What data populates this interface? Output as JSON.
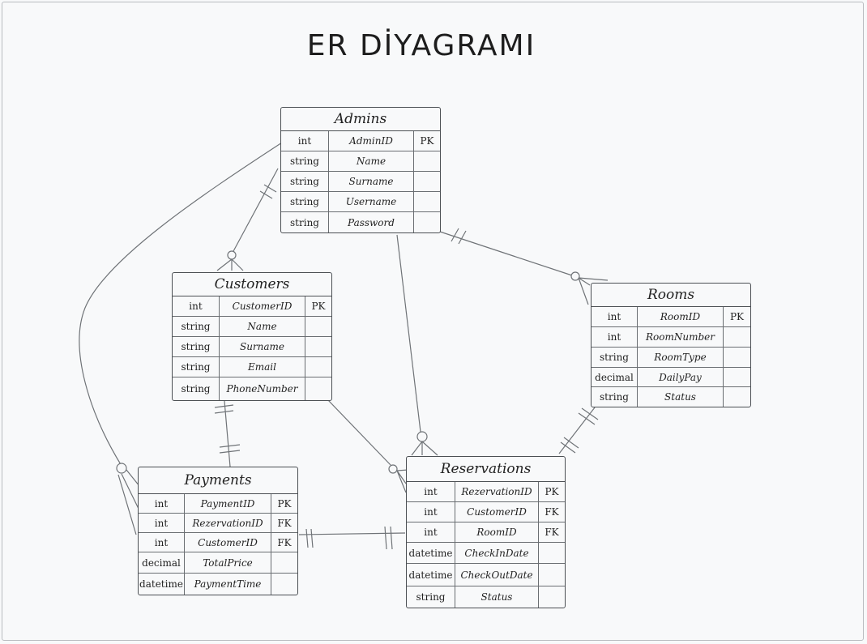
{
  "diagram": {
    "title": "ER DİYAGRAMI",
    "entities": {
      "admins": {
        "name": "Admins",
        "rows": [
          {
            "type": "int",
            "field": "AdminID",
            "key": "PK"
          },
          {
            "type": "string",
            "field": "Name",
            "key": ""
          },
          {
            "type": "string",
            "field": "Surname",
            "key": ""
          },
          {
            "type": "string",
            "field": "Username",
            "key": ""
          },
          {
            "type": "string",
            "field": "Password",
            "key": ""
          }
        ]
      },
      "customers": {
        "name": "Customers",
        "rows": [
          {
            "type": "int",
            "field": "CustomerID",
            "key": "PK"
          },
          {
            "type": "string",
            "field": "Name",
            "key": ""
          },
          {
            "type": "string",
            "field": "Surname",
            "key": ""
          },
          {
            "type": "string",
            "field": "Email",
            "key": ""
          },
          {
            "type": "string",
            "field": "PhoneNumber",
            "key": ""
          }
        ]
      },
      "rooms": {
        "name": "Rooms",
        "rows": [
          {
            "type": "int",
            "field": "RoomID",
            "key": "PK"
          },
          {
            "type": "int",
            "field": "RoomNumber",
            "key": ""
          },
          {
            "type": "string",
            "field": "RoomType",
            "key": ""
          },
          {
            "type": "decimal",
            "field": "DailyPay",
            "key": ""
          },
          {
            "type": "string",
            "field": "Status",
            "key": ""
          }
        ]
      },
      "payments": {
        "name": "Payments",
        "rows": [
          {
            "type": "int",
            "field": "PaymentID",
            "key": "PK"
          },
          {
            "type": "int",
            "field": "RezervationID",
            "key": "FK"
          },
          {
            "type": "int",
            "field": "CustomerID",
            "key": "FK"
          },
          {
            "type": "decimal",
            "field": "TotalPrice",
            "key": ""
          },
          {
            "type": "datetime",
            "field": "PaymentTime",
            "key": ""
          }
        ]
      },
      "reservations": {
        "name": "Reservations",
        "rows": [
          {
            "type": "int",
            "field": "RezervationID",
            "key": "PK"
          },
          {
            "type": "int",
            "field": "CustomerID",
            "key": "FK"
          },
          {
            "type": "int",
            "field": "RoomID",
            "key": "FK"
          },
          {
            "type": "datetime",
            "field": "CheckInDate",
            "key": ""
          },
          {
            "type": "datetime",
            "field": "CheckOutDate",
            "key": ""
          },
          {
            "type": "string",
            "field": "Status",
            "key": ""
          }
        ]
      }
    }
  }
}
